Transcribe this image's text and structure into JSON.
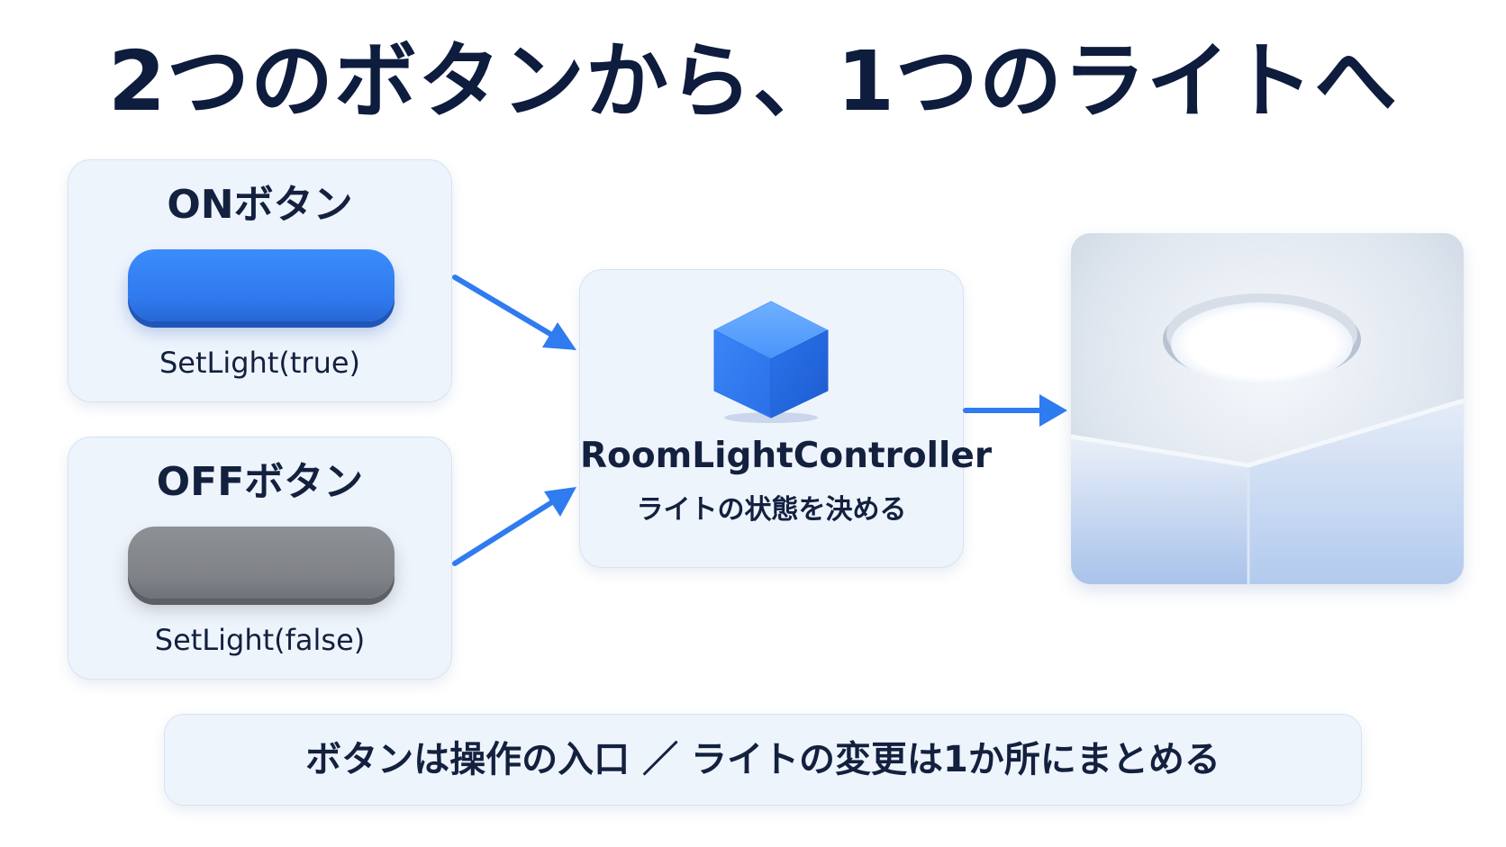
{
  "title": "2つのボタンから、1つのライトへ",
  "on_card": {
    "title": "ONボタン",
    "caption": "SetLight(true)",
    "button_color": "#2f79ee"
  },
  "off_card": {
    "title": "OFFボタン",
    "caption": "SetLight(false)",
    "button_color": "#7f8287"
  },
  "controller": {
    "name": "RoomLightController",
    "description": "ライトの状態を決める",
    "icon": "cube-icon"
  },
  "light": {
    "icon": "ceiling-light-icon"
  },
  "footer": {
    "text": "ボタンは操作の入口 ／ ライトの変更は1か所にまとめる"
  },
  "colors": {
    "accent": "#2f7bf0",
    "card_bg": "#eef4fc",
    "title": "#0e1c3d"
  }
}
